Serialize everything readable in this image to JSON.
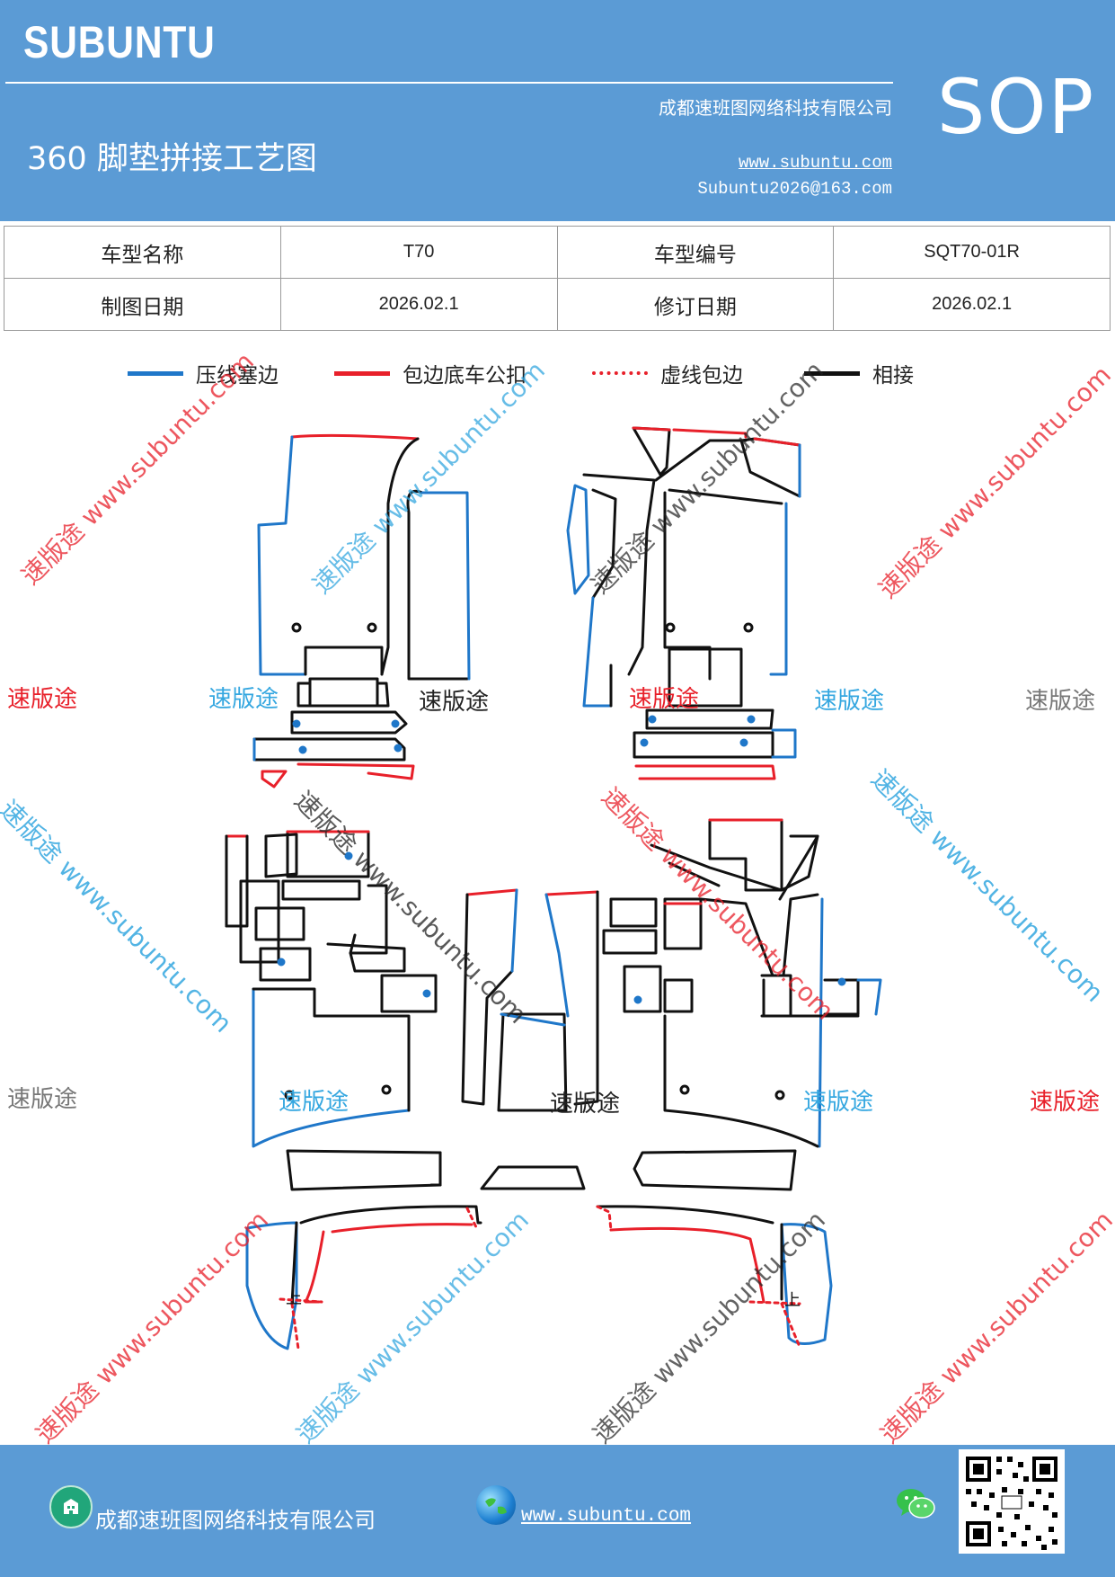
{
  "header": {
    "brand": "SUBUNTU",
    "sop": "SOP",
    "company": "成都速班图网络科技有限公司",
    "website": "www.subuntu.com",
    "email": "Subuntu2026@163.com",
    "title": "360 脚垫拼接工艺图"
  },
  "info_table": {
    "model_name_label": "车型名称",
    "model_name_value": "T70",
    "model_code_label": "车型编号",
    "model_code_value": "SQT70-01R",
    "draw_date_label": "制图日期",
    "draw_date_value": "2026.02.1",
    "revise_date_label": "修订日期",
    "revise_date_value": "2026.02.1"
  },
  "legend": [
    {
      "label": "压线塞边",
      "color": "#1f77c9",
      "style": "solid"
    },
    {
      "label": "包边底车公扣",
      "color": "#e8202a",
      "style": "solid"
    },
    {
      "label": "虚线包边",
      "color": "#e8202a",
      "style": "dashed"
    },
    {
      "label": "相接",
      "color": "#111111",
      "style": "solid"
    }
  ],
  "diagram": {
    "marker_left": "上",
    "marker_right": "上"
  },
  "watermarks": {
    "brand_cn": "速版途",
    "diagonal": "速版途 www.subuntu.com"
  },
  "footer": {
    "company": "成都速班图网络科技有限公司",
    "website": "www.subuntu.com"
  },
  "colors": {
    "header_bg": "#5b9bd5",
    "blue_line": "#1f77c9",
    "red_line": "#e8202a",
    "black_line": "#111111"
  }
}
